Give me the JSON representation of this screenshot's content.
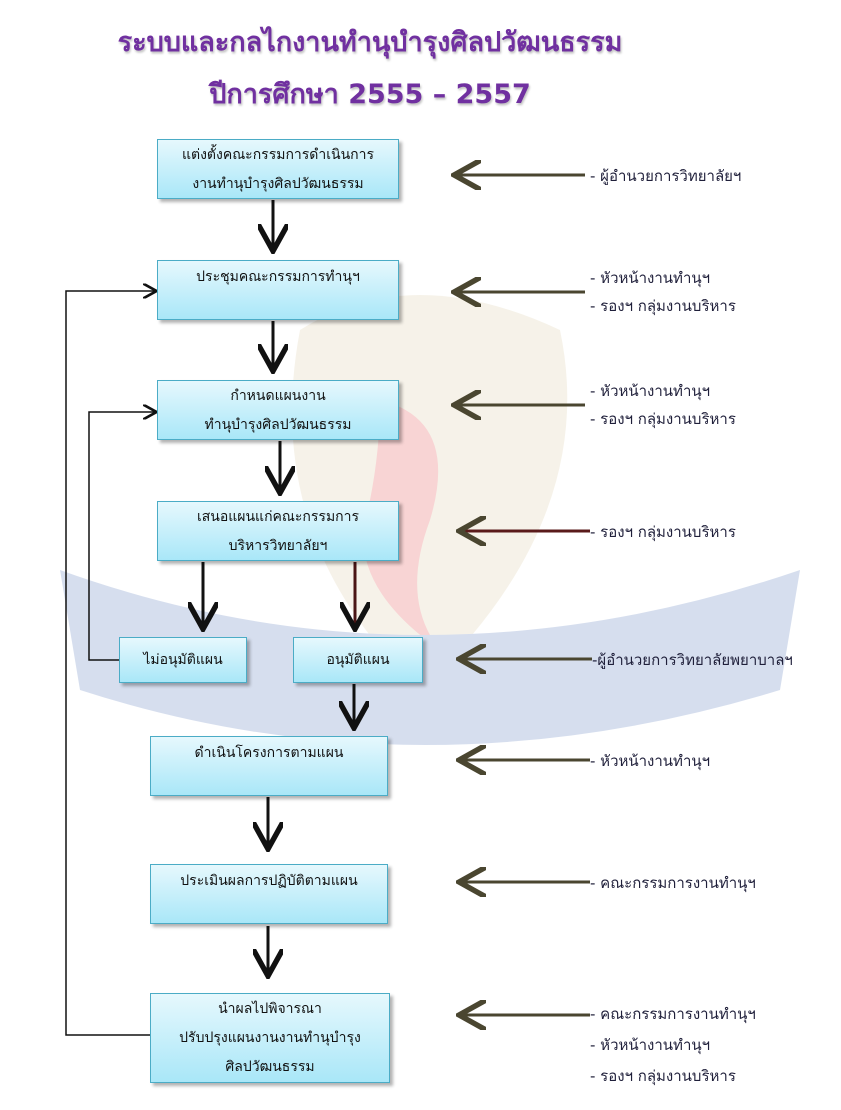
{
  "title": {
    "line1": "ระบบและกลไกงานทำนุบำรุงศิลปวัฒนธรรม",
    "line2": "ปีการศึกษา 2555 – 2557"
  },
  "steps": [
    {
      "lines": [
        "แต่งตั้งคณะกรรมการดำเนินการ",
        "งานทำนุบำรุงศิลปวัฒนธรรม"
      ]
    },
    {
      "lines": [
        "ประชุมคณะกรรมการทำนุฯ"
      ]
    },
    {
      "lines": [
        "กำหนดแผนงาน",
        "ทำนุบำรุงศิลปวัฒนธรรม"
      ]
    },
    {
      "lines": [
        "เสนอแผนแก่คณะกรรมการ",
        "บริหารวิทยาลัยฯ"
      ]
    },
    {
      "lines": [
        "ไม่อนุมัติแผน"
      ]
    },
    {
      "lines": [
        "อนุมัติแผน"
      ]
    },
    {
      "lines": [
        "ดำเนินโครงการตามแผน"
      ]
    },
    {
      "lines": [
        "ประเมินผลการปฏิบัติตามแผน"
      ]
    },
    {
      "lines": [
        "นำผลไปพิจารณา",
        "ปรับปรุงแผนงานงานทำนุบำรุง",
        "ศิลปวัฒนธรรม"
      ]
    }
  ],
  "responsible": [
    [
      "- ผู้อำนวยการวิทยาลัยฯ"
    ],
    [
      "- หัวหน้างานทำนุฯ",
      "- รองฯ กลุ่มงานบริหาร"
    ],
    [
      "- หัวหน้างานทำนุฯ",
      "- รองฯ กลุ่มงานบริหาร"
    ],
    [
      "- รองฯ กลุ่มงานบริหาร"
    ],
    [
      "-ผู้อำนวยการวิทยาลัยพยาบาลฯ"
    ],
    [
      "- หัวหน้างานทำนุฯ"
    ],
    [
      "- คณะกรรมการงานทำนุฯ"
    ],
    [
      "- คณะกรรมการงานทำนุฯ",
      "- หัวหน้างานทำนุฯ",
      "- รองฯ กลุ่มงานบริหาร"
    ]
  ],
  "colors": {
    "title": "#7030a0",
    "arrow": "#4a4630",
    "arrow_red": "#5a1a1a",
    "box_border": "#4bacc6"
  }
}
